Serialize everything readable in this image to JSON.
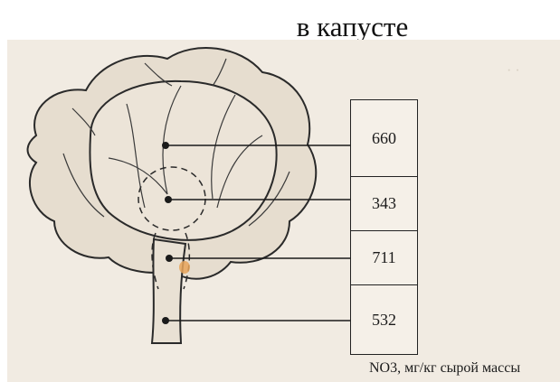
{
  "title": "в капусте",
  "values": [
    "660",
    "343",
    "711",
    "532"
  ],
  "caption": "NO3, мг/кг сырой массы"
}
